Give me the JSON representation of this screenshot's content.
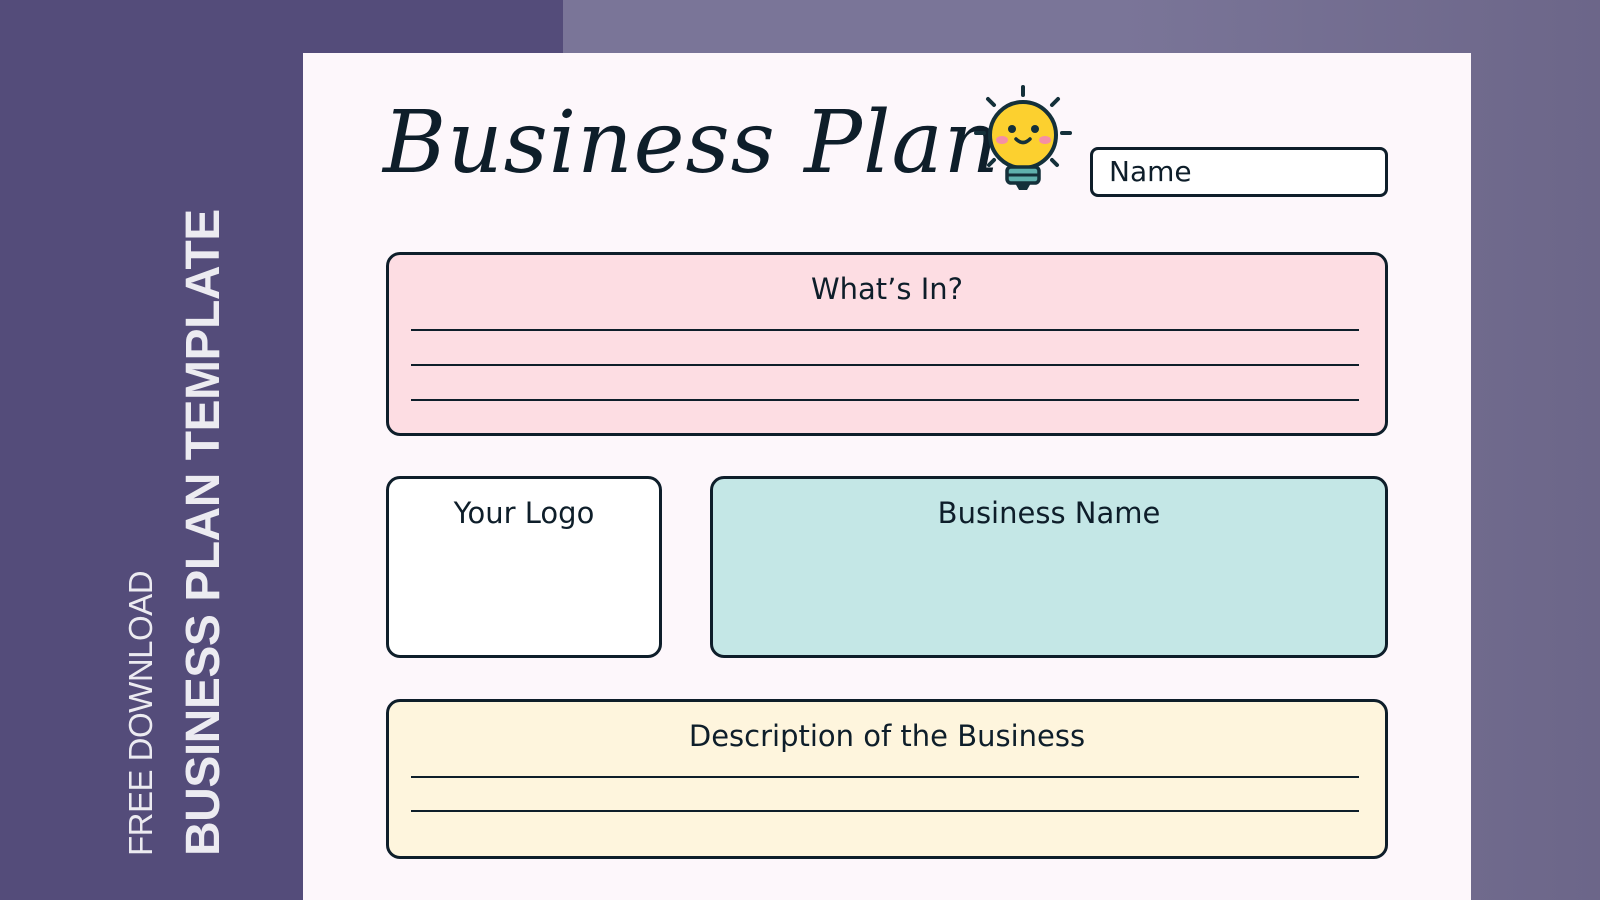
{
  "sidebar": {
    "free_download": "FREE DOWNLOAD",
    "heading": "BUSINESS PLAN TEMPLATE"
  },
  "document": {
    "title": "Business Plan",
    "title_icon": "lightbulb-smiley-icon",
    "name_field": "Name",
    "sections": {
      "whats_in": {
        "heading": "What’s In?",
        "color": "#fddde3"
      },
      "logo": {
        "heading": "Your Logo",
        "color": "#ffffff"
      },
      "business_name": {
        "heading": "Business Name",
        "color": "#c4e7e6"
      },
      "description": {
        "heading": "Description of the Business",
        "color": "#fef5dd"
      }
    }
  }
}
